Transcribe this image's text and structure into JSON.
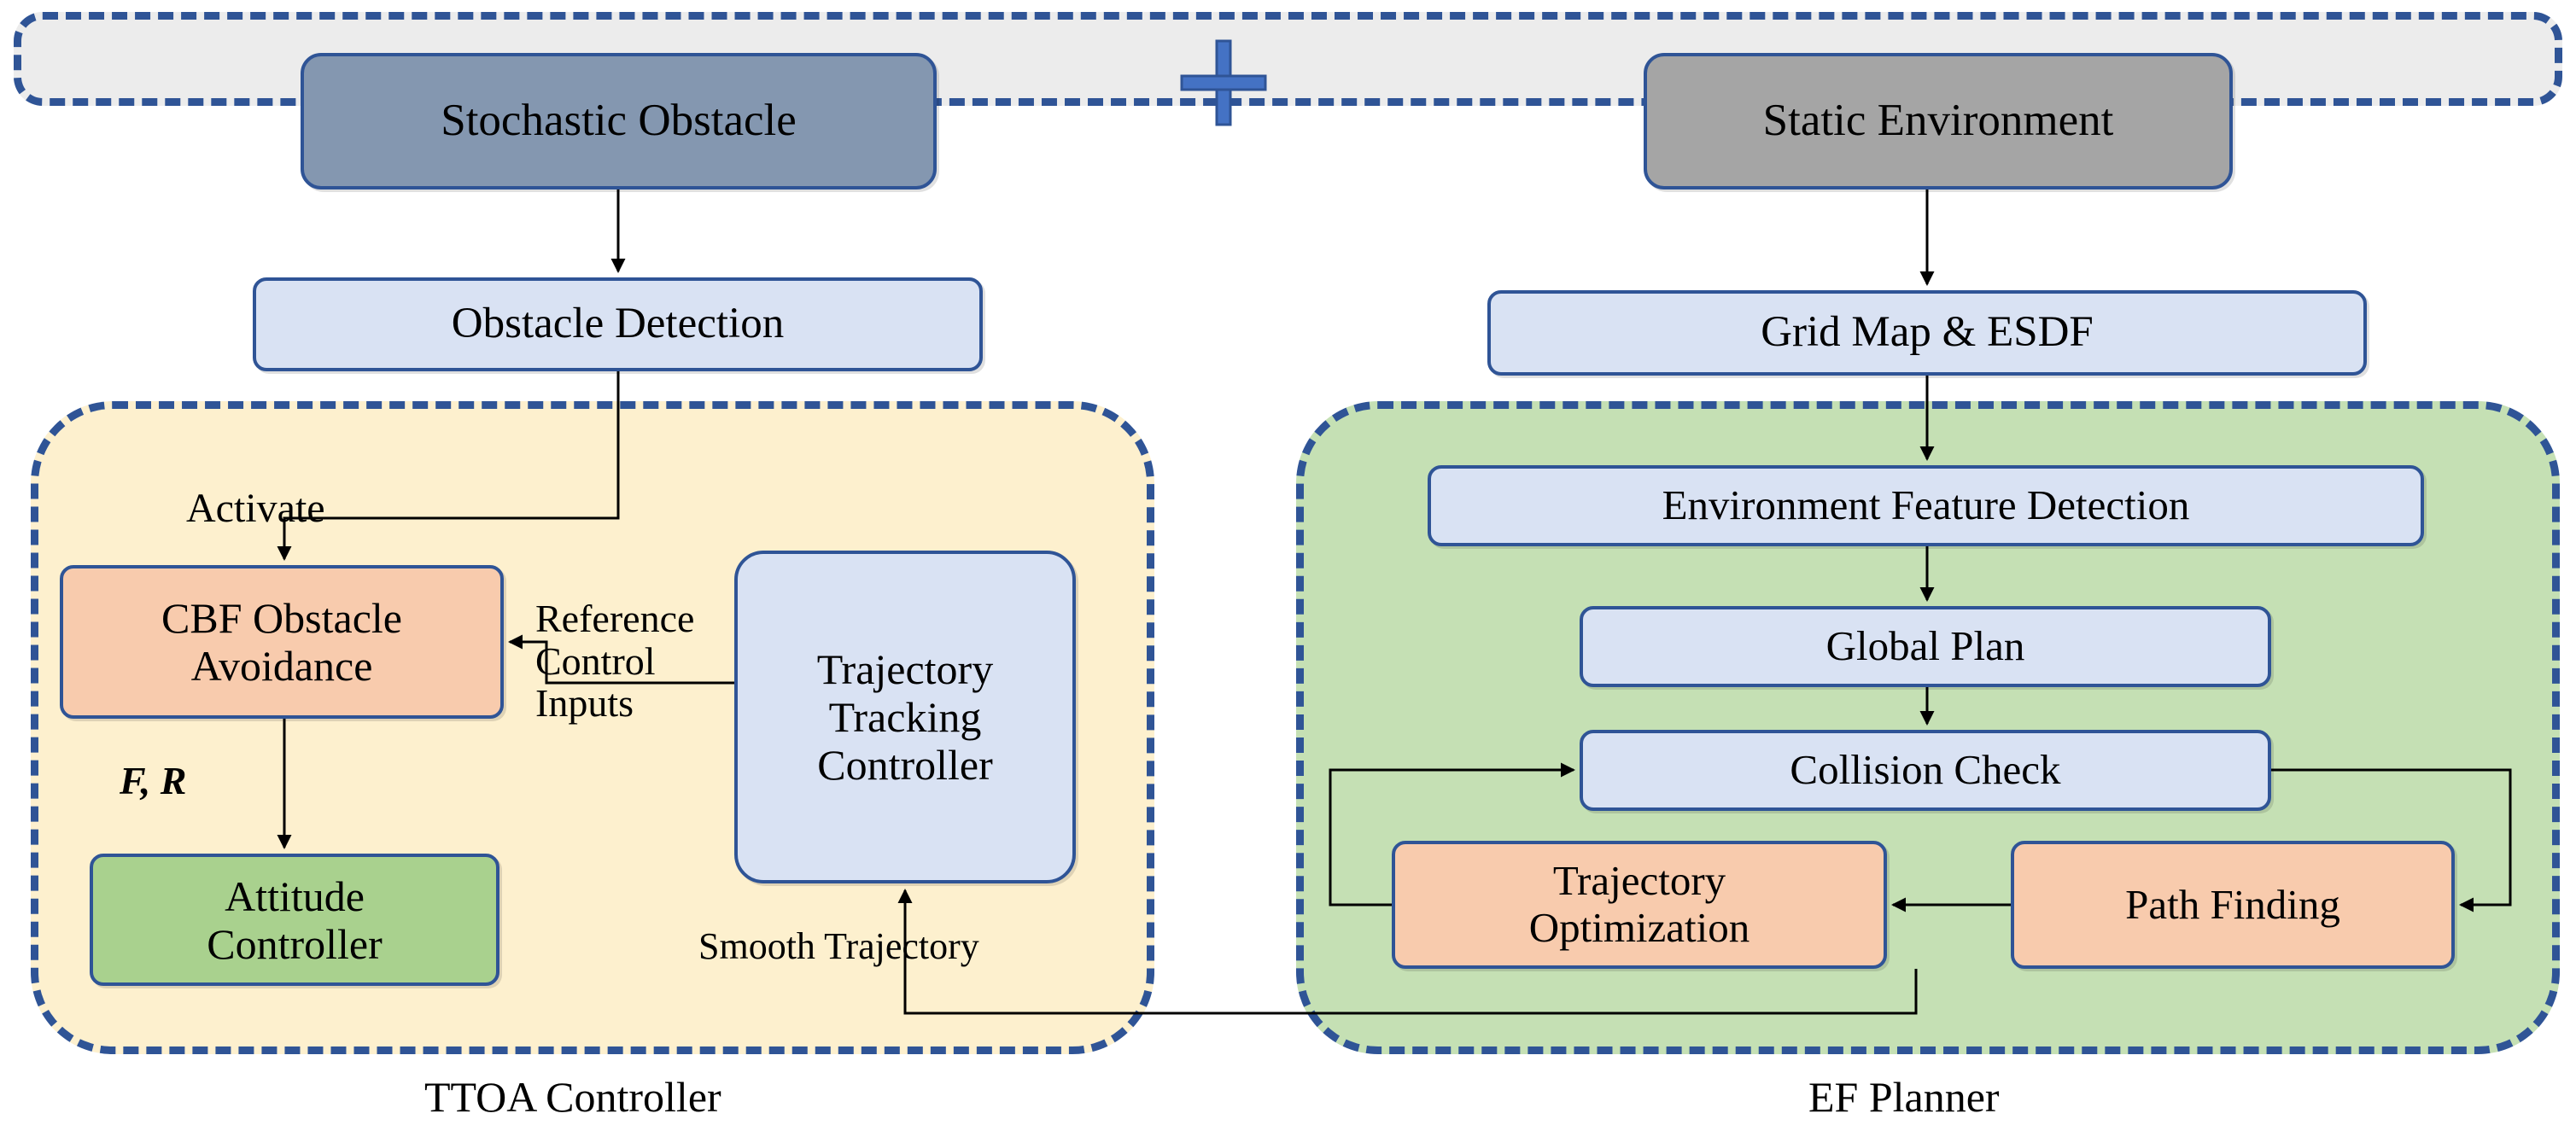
{
  "diagram": {
    "title": "TTOA Controller and EF Planner system architecture",
    "colors": {
      "accent_blue": "#2F5496",
      "band_gray": "#ECECEC",
      "slate_box": "#8497B0",
      "gray_box": "#A5A5A5",
      "light_blue_box": "#D9E2F3",
      "orange_box": "#F8CBAD",
      "green_box": "#A9D18E",
      "ttoa_panel": "#FDF0CE",
      "ef_panel": "#C5E0B4"
    }
  },
  "top_band": {
    "stochastic_obstacle": "Stochastic Obstacle",
    "operator": "+",
    "static_environment": "Static Environment"
  },
  "pipeline": {
    "obstacle_detection": "Obstacle Detection",
    "grid_map_esdf": "Grid Map & ESDF"
  },
  "ttoa": {
    "panel_label": "TTOA Controller",
    "cbf_obstacle_avoidance": "CBF Obstacle\nAvoidance",
    "attitude_controller": "Attitude\nController",
    "trajectory_tracking_controller": "Trajectory\nTracking\nController",
    "edge_activate": "Activate",
    "edge_reference_control_inputs": "Reference\nControl\nInputs",
    "edge_force_rotation": "F, R",
    "edge_smooth_trajectory": "Smooth Trajectory"
  },
  "ef": {
    "panel_label": "EF Planner",
    "environment_feature_detection": "Environment Feature Detection",
    "global_plan": "Global Plan",
    "collision_check": "Collision Check",
    "trajectory_optimization": "Trajectory\nOptimization",
    "path_finding": "Path Finding"
  },
  "icons": {
    "plus": "plus-icon",
    "arrow": "arrow-head-icon"
  }
}
